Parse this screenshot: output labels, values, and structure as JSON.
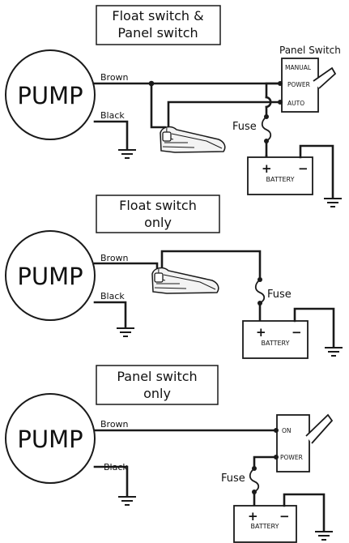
{
  "sections": [
    {
      "title_lines": [
        "Float switch &",
        "Panel switch"
      ],
      "pump_label": "PUMP",
      "brown_label": "Brown",
      "black_label": "Black",
      "switch_title": "Panel Switch",
      "terminals": [
        "MANUAL",
        "POWER",
        "AUTO"
      ],
      "fuse_label": "Fuse",
      "battery_label": "BATTERY",
      "plus": "+",
      "minus": "−"
    },
    {
      "title_lines": [
        "Float switch",
        "only"
      ],
      "pump_label": "PUMP",
      "brown_label": "Brown",
      "black_label": "Black",
      "fuse_label": "Fuse",
      "battery_label": "BATTERY",
      "plus": "+",
      "minus": "−"
    },
    {
      "title_lines": [
        "Panel switch",
        "only"
      ],
      "pump_label": "PUMP",
      "brown_label": "Brown",
      "black_label": "Black",
      "terminals": [
        "ON",
        "POWER"
      ],
      "fuse_label": "Fuse",
      "battery_label": "BATTERY",
      "plus": "+",
      "minus": "−"
    }
  ]
}
